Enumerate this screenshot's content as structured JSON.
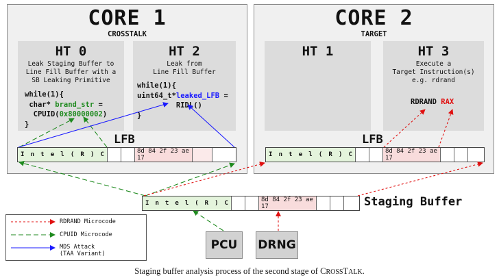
{
  "core1": {
    "title": "CORE 1",
    "subtitle": "CROSSTALK",
    "ht0": {
      "title": "HT 0",
      "desc": "Leak Staging Buffer to\nLine Fill Buffer with a\nSB Leaking Primitive",
      "code": {
        "l1": "while(1){",
        "l2a": "char* ",
        "l2b": "brand_str",
        "l2c": " =",
        "l3a": "CPUID(",
        "l3b": "0x80000002",
        "l3c": ")",
        "l4": "}"
      }
    },
    "ht2": {
      "title": "HT 2",
      "desc": "Leak from\nLine Fill Buffer",
      "code": {
        "l1": "while(1){",
        "l2a": "uint64_t*",
        "l2b": "leaked_LFB",
        "l2c": " =",
        "l3": "RIDL()",
        "l4": "}"
      }
    },
    "lfb_label": "LFB"
  },
  "core2": {
    "title": "CORE 2",
    "subtitle": "TARGET",
    "ht1": {
      "title": "HT 1"
    },
    "ht3": {
      "title": "HT 3",
      "desc": "Execute a\nTarget Instruction(s)\ne.g. rdrand",
      "code": {
        "a": "RDRAND ",
        "b": "RAX"
      }
    },
    "lfb_label": "LFB"
  },
  "buffers": {
    "intel_chars": [
      "I",
      "n",
      "t",
      "e",
      "l",
      "(",
      "R",
      ")",
      "C"
    ],
    "rand_bytes": "8d 84 2f 23 ae 17"
  },
  "staging_label": "Staging Buffer",
  "sources": {
    "pcu": "PCU",
    "drng": "DRNG"
  },
  "legend": {
    "rdrand": "RDRAND Microcode",
    "cpuid": "CPUID Microcode",
    "mds": "MDS Attack",
    "mds_sub": "(TAA Variant)"
  },
  "colors": {
    "rdrand": "#e01010",
    "cpuid": "#1f8a1f",
    "mds": "#1a1aff"
  },
  "caption": "Staging buffer analysis process of the second stage of CrossTalk."
}
